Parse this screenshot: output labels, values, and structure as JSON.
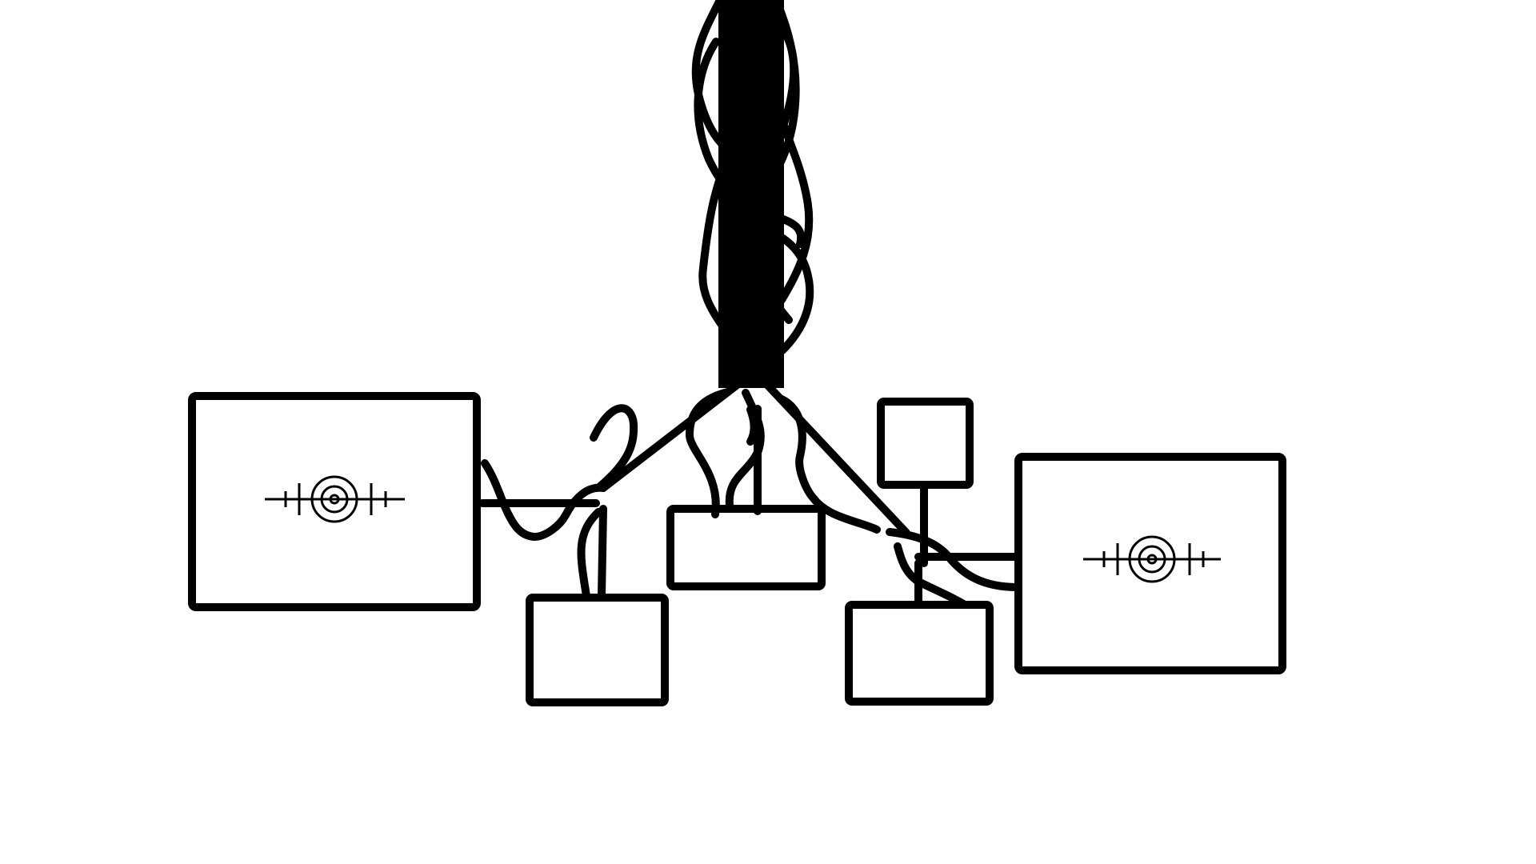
{
  "diagram": {
    "background_color": "#ffffff",
    "stroke_color": "#000000",
    "nodes": [
      {
        "id": "left-panel",
        "type": "box",
        "contains": "target-symbol"
      },
      {
        "id": "right-panel",
        "type": "box",
        "contains": "target-symbol"
      },
      {
        "id": "bottom-left-box",
        "type": "box"
      },
      {
        "id": "center-box",
        "type": "box"
      },
      {
        "id": "small-top-right-box",
        "type": "box"
      },
      {
        "id": "bottom-right-box",
        "type": "box"
      }
    ],
    "connections": [
      {
        "from": "cable-bundle",
        "to": "left-panel"
      },
      {
        "from": "cable-bundle",
        "to": "bottom-left-box"
      },
      {
        "from": "cable-bundle",
        "to": "center-box"
      },
      {
        "from": "cable-bundle",
        "to": "bottom-right-box"
      },
      {
        "from": "small-top-right-box",
        "to": "bottom-right-box"
      },
      {
        "from": "cable-bundle",
        "to": "right-panel"
      }
    ]
  }
}
